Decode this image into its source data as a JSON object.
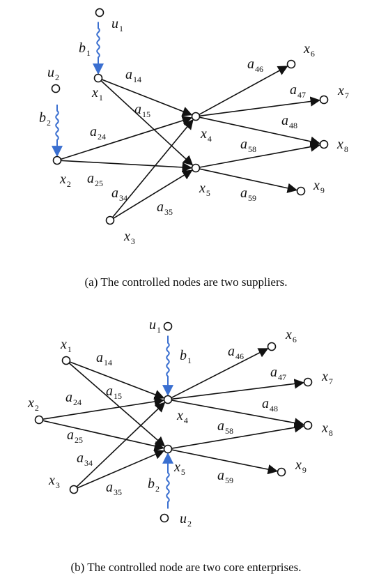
{
  "panels": [
    {
      "caption": "(a) The controlled nodes are two suppliers.",
      "nodes": [
        {
          "id": "u1",
          "base": "u",
          "sub": "1"
        },
        {
          "id": "u2",
          "base": "u",
          "sub": "2"
        },
        {
          "id": "x1",
          "base": "x",
          "sub": "1"
        },
        {
          "id": "x2",
          "base": "x",
          "sub": "2"
        },
        {
          "id": "x3",
          "base": "x",
          "sub": "3"
        },
        {
          "id": "x4",
          "base": "x",
          "sub": "4"
        },
        {
          "id": "x5",
          "base": "x",
          "sub": "5"
        },
        {
          "id": "x6",
          "base": "x",
          "sub": "6"
        },
        {
          "id": "x7",
          "base": "x",
          "sub": "7"
        },
        {
          "id": "x8",
          "base": "x",
          "sub": "8"
        },
        {
          "id": "x9",
          "base": "x",
          "sub": "9"
        }
      ],
      "edges": [
        {
          "from": "x1",
          "to": "x4",
          "base": "a",
          "sub": "14"
        },
        {
          "from": "x1",
          "to": "x5",
          "base": "a",
          "sub": "15"
        },
        {
          "from": "x2",
          "to": "x4",
          "base": "a",
          "sub": "24"
        },
        {
          "from": "x2",
          "to": "x5",
          "base": "a",
          "sub": "25"
        },
        {
          "from": "x3",
          "to": "x4",
          "base": "a",
          "sub": "34"
        },
        {
          "from": "x3",
          "to": "x5",
          "base": "a",
          "sub": "35"
        },
        {
          "from": "x4",
          "to": "x6",
          "base": "a",
          "sub": "46"
        },
        {
          "from": "x4",
          "to": "x7",
          "base": "a",
          "sub": "47"
        },
        {
          "from": "x4",
          "to": "x8",
          "base": "a",
          "sub": "48"
        },
        {
          "from": "x5",
          "to": "x8",
          "base": "a",
          "sub": "58"
        },
        {
          "from": "x5",
          "to": "x9",
          "base": "a",
          "sub": "59"
        }
      ],
      "controls": [
        {
          "from": "u1",
          "to": "x1",
          "base": "b",
          "sub": "1"
        },
        {
          "from": "u2",
          "to": "x2",
          "base": "b",
          "sub": "2"
        }
      ]
    },
    {
      "caption": "(b) The controlled node are two core enterprises.",
      "nodes": [
        {
          "id": "u1",
          "base": "u",
          "sub": "1"
        },
        {
          "id": "u2",
          "base": "u",
          "sub": "2"
        },
        {
          "id": "x1",
          "base": "x",
          "sub": "1"
        },
        {
          "id": "x2",
          "base": "x",
          "sub": "2"
        },
        {
          "id": "x3",
          "base": "x",
          "sub": "3"
        },
        {
          "id": "x4",
          "base": "x",
          "sub": "4"
        },
        {
          "id": "x5",
          "base": "x",
          "sub": "5"
        },
        {
          "id": "x6",
          "base": "x",
          "sub": "6"
        },
        {
          "id": "x7",
          "base": "x",
          "sub": "7"
        },
        {
          "id": "x8",
          "base": "x",
          "sub": "8"
        },
        {
          "id": "x9",
          "base": "x",
          "sub": "9"
        }
      ],
      "edges": [
        {
          "from": "x1",
          "to": "x4",
          "base": "a",
          "sub": "14"
        },
        {
          "from": "x1",
          "to": "x5",
          "base": "a",
          "sub": "15"
        },
        {
          "from": "x2",
          "to": "x4",
          "base": "a",
          "sub": "24"
        },
        {
          "from": "x2",
          "to": "x5",
          "base": "a",
          "sub": "25"
        },
        {
          "from": "x3",
          "to": "x4",
          "base": "a",
          "sub": "34"
        },
        {
          "from": "x3",
          "to": "x5",
          "base": "a",
          "sub": "35"
        },
        {
          "from": "x4",
          "to": "x6",
          "base": "a",
          "sub": "46"
        },
        {
          "from": "x4",
          "to": "x7",
          "base": "a",
          "sub": "47"
        },
        {
          "from": "x4",
          "to": "x8",
          "base": "a",
          "sub": "48"
        },
        {
          "from": "x5",
          "to": "x8",
          "base": "a",
          "sub": "58"
        },
        {
          "from": "x5",
          "to": "x9",
          "base": "a",
          "sub": "59"
        }
      ],
      "controls": [
        {
          "from": "u1",
          "to": "x4",
          "base": "b",
          "sub": "1"
        },
        {
          "from": "u2",
          "to": "x5",
          "base": "b",
          "sub": "2"
        }
      ]
    }
  ]
}
